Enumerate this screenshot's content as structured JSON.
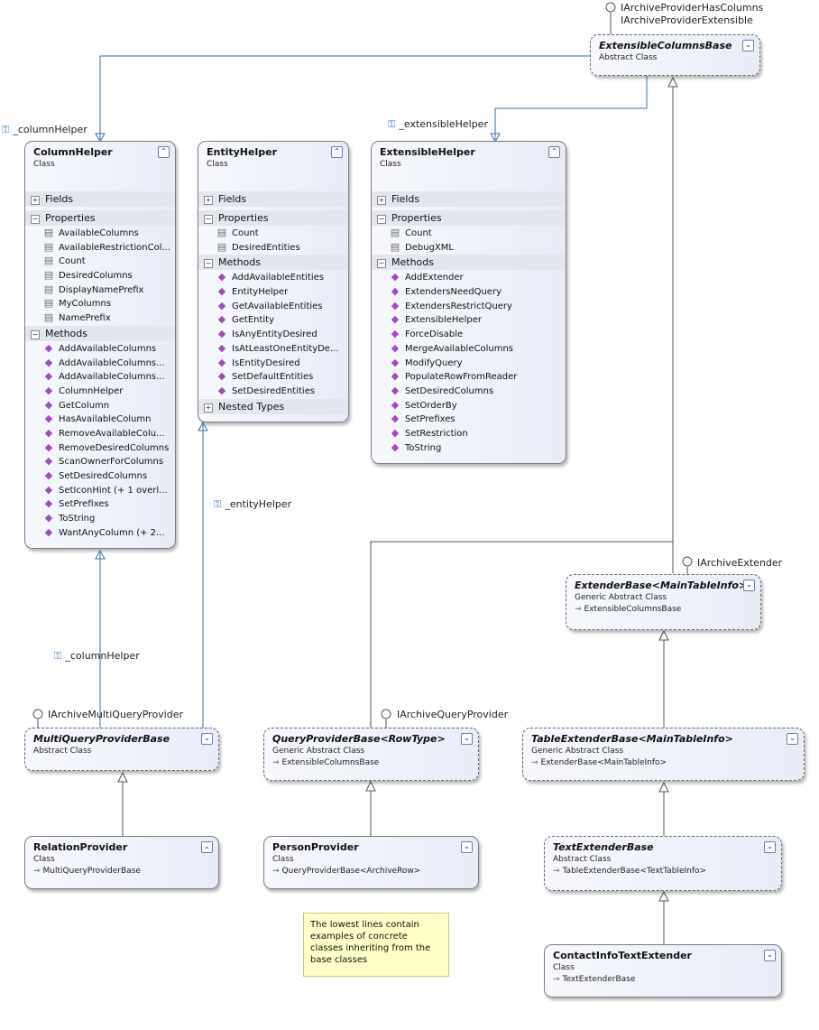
{
  "classes": {
    "extensible_columns_base": {
      "name": "ExtensibleColumnsBase",
      "stereotype": "Abstract Class"
    },
    "column_helper": {
      "name": "ColumnHelper",
      "stereotype": "Class",
      "sections": {
        "fields": "Fields",
        "properties": "Properties",
        "methods": "Methods"
      },
      "properties": [
        "AvailableColumns",
        "AvailableRestrictionCol...",
        "Count",
        "DesiredColumns",
        "DisplayNamePrefix",
        "MyColumns",
        "NamePrefix"
      ],
      "methods": [
        "AddAvailableColumns",
        "AddAvailableColumns...",
        "AddAvailableColumns...",
        "ColumnHelper",
        "GetColumn",
        "HasAvailableColumn",
        "RemoveAvailableColu...",
        "RemoveDesiredColumns",
        "ScanOwnerForColumns",
        "SetDesiredColumns",
        "SetIconHint (+ 1 overl...",
        "SetPrefixes",
        "ToString",
        "WantAnyColumn (+ 2..."
      ]
    },
    "entity_helper": {
      "name": "EntityHelper",
      "stereotype": "Class",
      "sections": {
        "fields": "Fields",
        "properties": "Properties",
        "methods": "Methods",
        "nested": "Nested Types"
      },
      "properties": [
        "Count",
        "DesiredEntities"
      ],
      "methods": [
        "AddAvailableEntities",
        "EntityHelper",
        "GetAvailableEntities",
        "GetEntity",
        "IsAnyEntityDesired",
        "IsAtLeastOneEntityDe...",
        "IsEntityDesired",
        "SetDefaultEntities",
        "SetDesiredEntities"
      ]
    },
    "extensible_helper": {
      "name": "ExtensibleHelper",
      "stereotype": "Class",
      "sections": {
        "fields": "Fields",
        "properties": "Properties",
        "methods": "Methods"
      },
      "properties": [
        "Count",
        "DebugXML"
      ],
      "methods": [
        "AddExtender",
        "ExtendersNeedQuery",
        "ExtendersRestrictQuery",
        "ExtensibleHelper",
        "ForceDisable",
        "MergeAvailableColumns",
        "ModifyQuery",
        "PopulateRowFromReader",
        "SetDesiredColumns",
        "SetOrderBy",
        "SetPrefixes",
        "SetRestriction",
        "ToString"
      ]
    },
    "extender_base": {
      "name": "ExtenderBase<MainTableInfo>",
      "stereotype": "Generic Abstract Class",
      "base": "ExtensibleColumnsBase"
    },
    "multi_query_provider_base": {
      "name": "MultiQueryProviderBase",
      "stereotype": "Abstract Class"
    },
    "query_provider_base": {
      "name": "QueryProviderBase<RowType>",
      "stereotype": "Generic Abstract Class",
      "base": "ExtensibleColumnsBase"
    },
    "table_extender_base": {
      "name": "TableExtenderBase<MainTableInfo>",
      "stereotype": "Generic Abstract Class",
      "base": "ExtenderBase<MainTableInfo>"
    },
    "relation_provider": {
      "name": "RelationProvider",
      "stereotype": "Class",
      "base": "MultiQueryProviderBase"
    },
    "person_provider": {
      "name": "PersonProvider",
      "stereotype": "Class",
      "base": "QueryProviderBase<ArchiveRow>"
    },
    "text_extender_base": {
      "name": "TextExtenderBase",
      "stereotype": "Abstract Class",
      "base": "TableExtenderBase<TextTableInfo>"
    },
    "contact_info_text_extender": {
      "name": "ContactInfoTextExtender",
      "stereotype": "Class",
      "base": "TextExtenderBase"
    }
  },
  "interfaces": {
    "ecb_1": "IArchiveProviderHasColumns",
    "ecb_2": "IArchiveProviderExtensible",
    "extender": "IArchiveExtender",
    "multi_query": "IArchiveMultiQueryProvider",
    "query": "IArchiveQueryProvider"
  },
  "associations": {
    "column_helper_top": "_columnHelper",
    "extensible_helper": "_extensibleHelper",
    "entity_helper": "_entityHelper",
    "column_helper_bottom": "_columnHelper"
  },
  "note": "The lowest lines contain examples of concrete classes inheriting from the base classes"
}
